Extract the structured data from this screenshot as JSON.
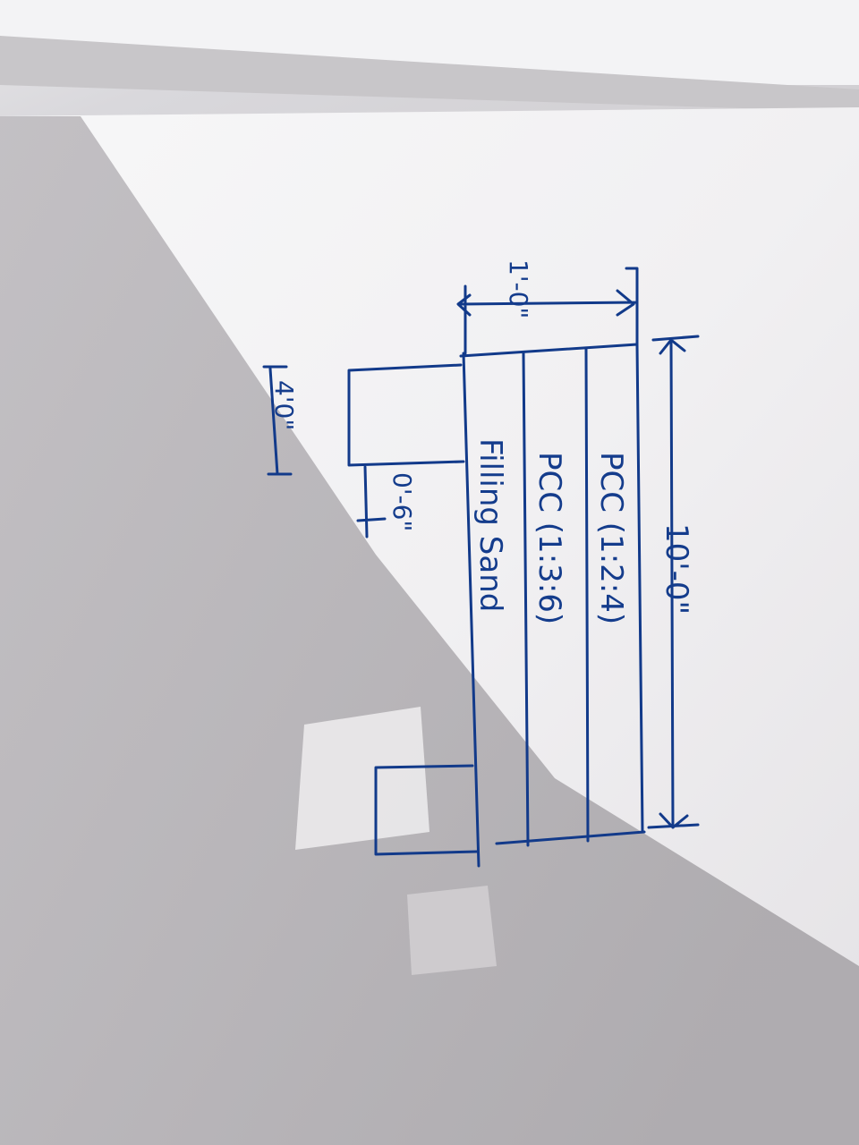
{
  "sketch": {
    "overall_width": "10'-0\"",
    "top_thickness": "1'-0\"",
    "layer_1": "PCC (1:2:4)",
    "layer_2": "PCC (1:3:6)",
    "layer_3": "Filling Sand",
    "footing_width": "4'0\"",
    "footing_offset": "0'-6\""
  }
}
